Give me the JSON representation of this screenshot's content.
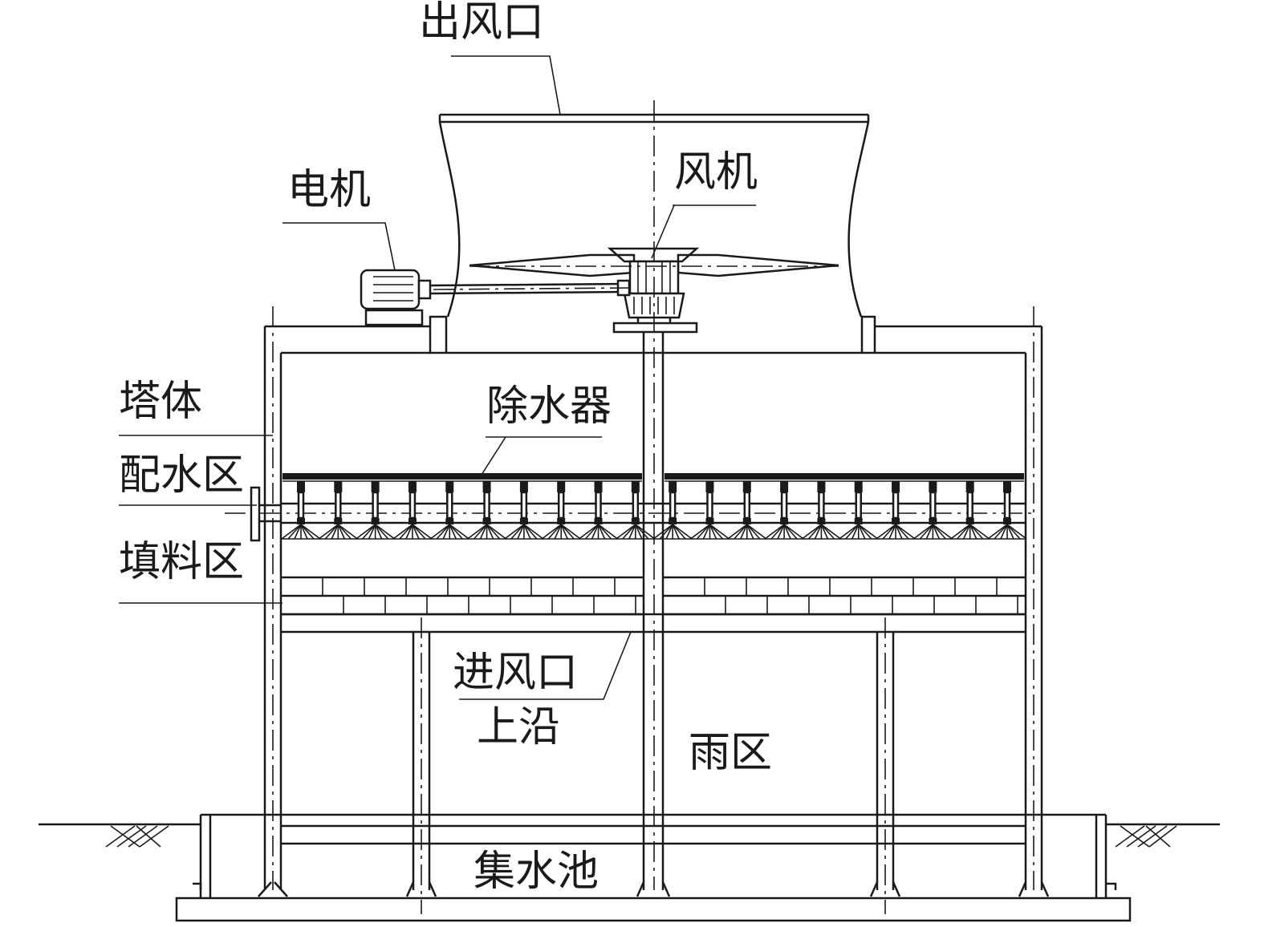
{
  "diagram": {
    "labels": {
      "outlet": "出风口",
      "fan": "风机",
      "motor": "电机",
      "tower_body": "塔体",
      "water_distribution_zone": "配水区",
      "drift_eliminator": "除水器",
      "fill_zone": "填料区",
      "air_inlet_upper_edge_line1": "进风口",
      "air_inlet_upper_edge_line2": "上沿",
      "rain_zone": "雨区",
      "collection_basin": "集水池"
    },
    "nozzle_count": 20,
    "fill_layers": 2
  }
}
